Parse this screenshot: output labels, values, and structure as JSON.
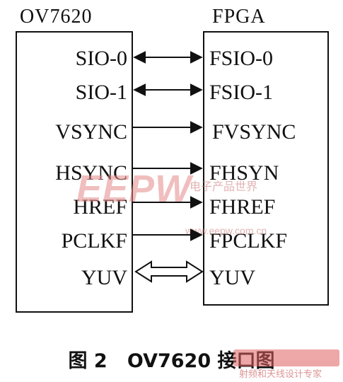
{
  "left_block": {
    "title": "OV7620"
  },
  "right_block": {
    "title": "FPGA"
  },
  "left_pins": [
    "SIO-0",
    "SIO-1",
    "VSYNC",
    "HSYNC",
    "HREF",
    "PCLKF",
    "YUV"
  ],
  "right_pins": [
    "FSIO-0",
    "FSIO-1",
    "FVSYNC",
    "FHSYN",
    "FHREF",
    "FPCLKF",
    "YUV"
  ],
  "connections": [
    "bidirectional",
    "bidirectional",
    "right",
    "right",
    "right",
    "right",
    "bus-bidirectional"
  ],
  "caption": "图 2   OV7620 接口图",
  "watermark": {
    "logo_text": "EEPW",
    "logo_subtext": "电子产品世界",
    "url": "www.eepw.com.cn",
    "badge_text": "射频和天线设计专家"
  }
}
